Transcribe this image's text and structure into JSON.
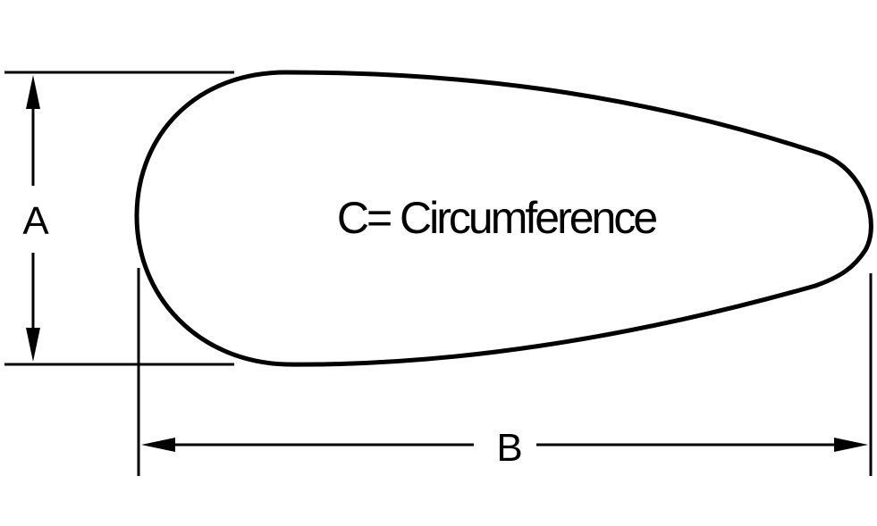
{
  "diagram": {
    "shape_label": "C= Circumference",
    "dimension_a": "A",
    "dimension_b": "B"
  }
}
